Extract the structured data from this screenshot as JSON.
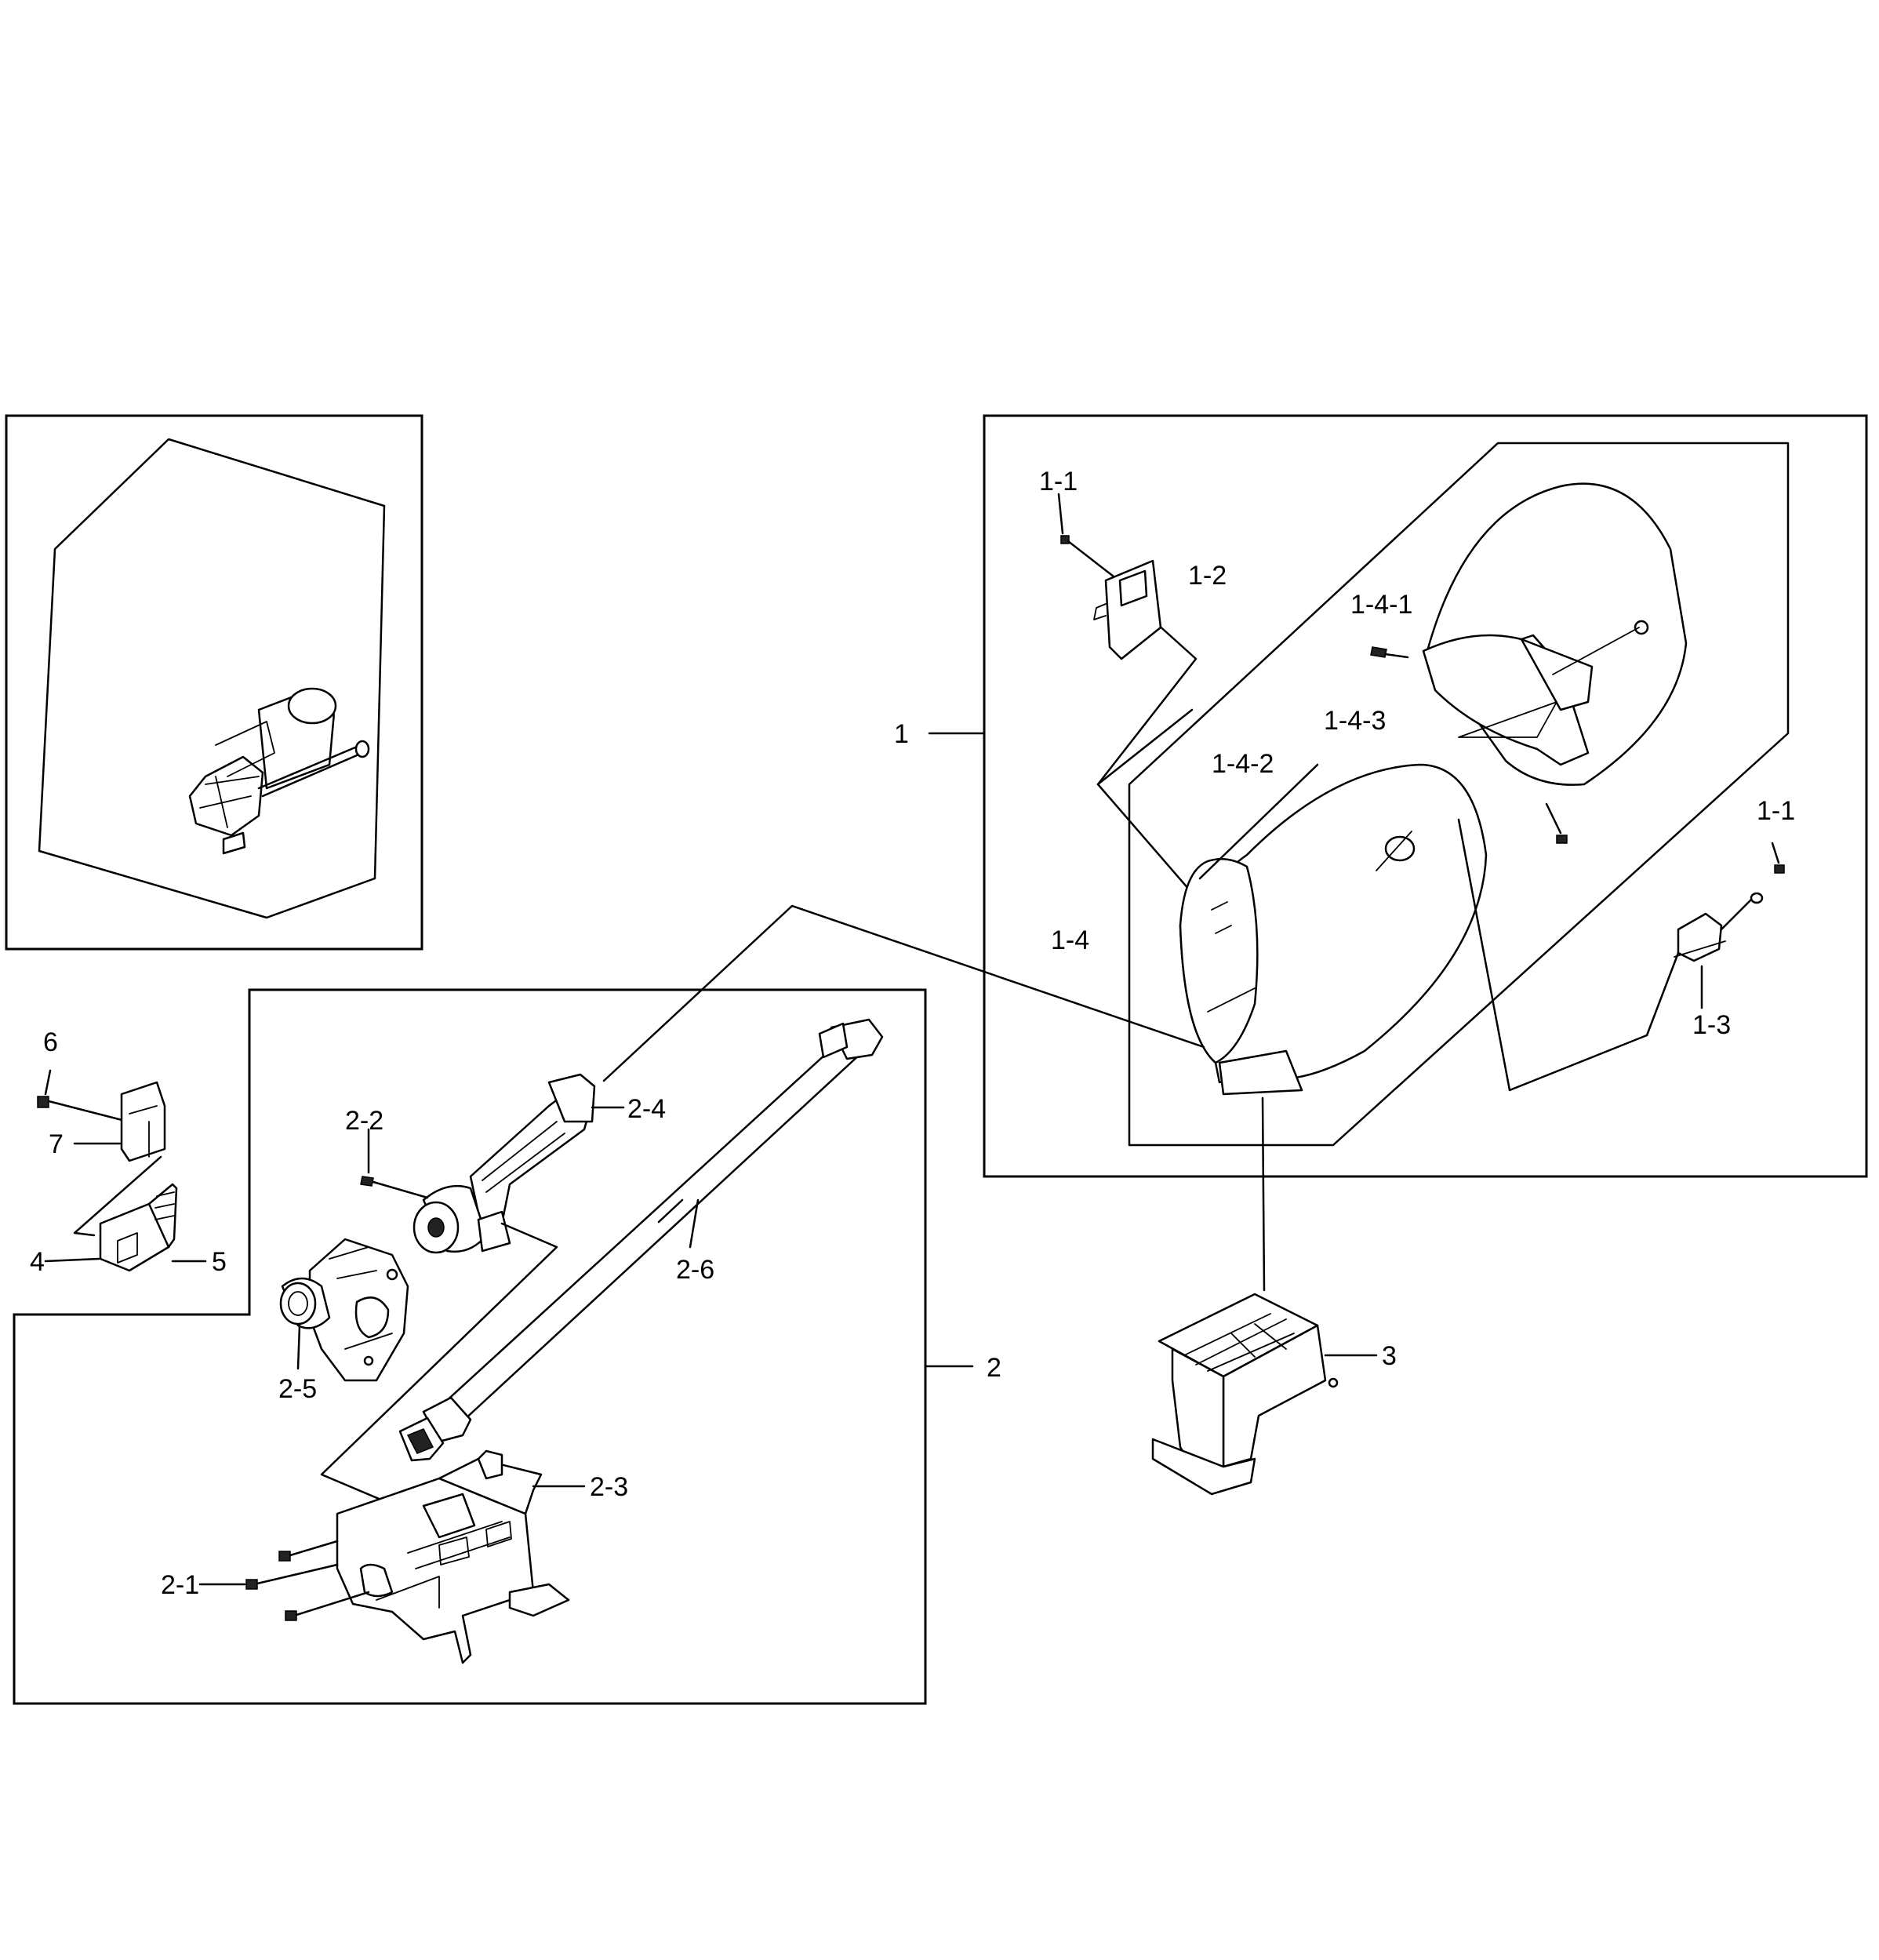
{
  "callouts": {
    "c_1": "1",
    "c_1_1_a": "1-1",
    "c_1_2": "1-2",
    "c_1_4_1": "1-4-1",
    "c_1_4_3": "1-4-3",
    "c_1_4_2": "1-4-2",
    "c_1_1_b": "1-1",
    "c_1_4": "1-4",
    "c_1_3": "1-3",
    "c_6": "6",
    "c_7": "7",
    "c_4": "4",
    "c_5": "5",
    "c_2_2": "2-2",
    "c_2_4": "2-4",
    "c_2_6": "2-6",
    "c_2_5": "2-5",
    "c_2": "2",
    "c_3": "3",
    "c_2_3": "2-3",
    "c_2_1": "2-1"
  }
}
